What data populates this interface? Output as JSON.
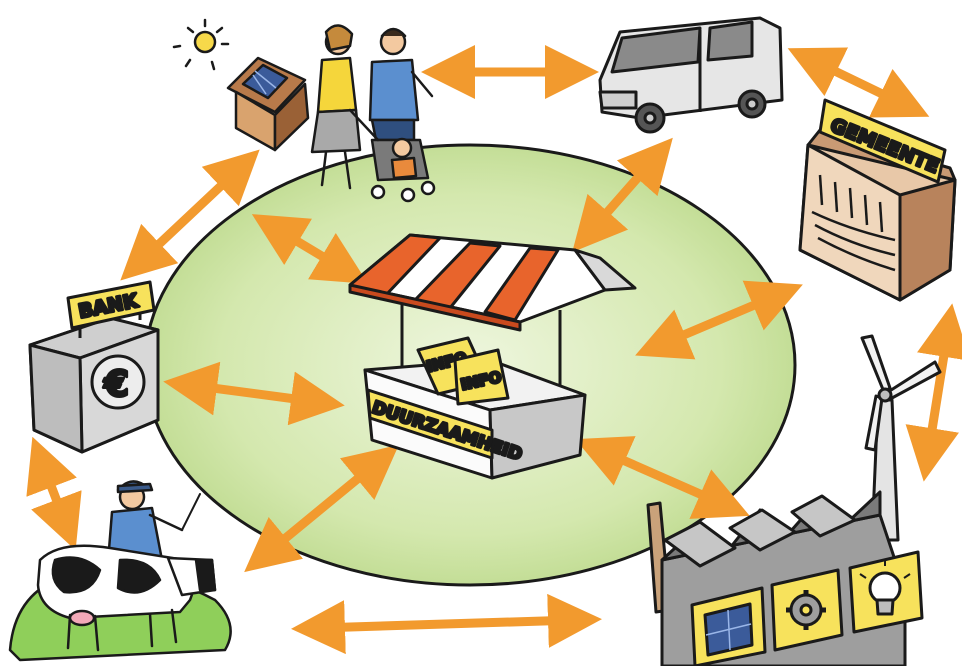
{
  "labels": {
    "bank": "BANK",
    "gemeente": "GEMEENTE",
    "stall_sign": "DUURZAAMHEID",
    "info_1": "INFO",
    "info_2": "INFO",
    "euro_symbol": "€"
  },
  "colors": {
    "arrow": "#f29a2e",
    "field": "#cfe4a6",
    "field_center": "#e9f3d6",
    "sign_yellow": "#f7e25c",
    "awning_red": "#e8642c",
    "grass": "#8fcf5a",
    "outline": "#1a1a1a"
  },
  "icons": [
    "sun-icon",
    "solar-panel-icon",
    "gear-icon",
    "lightbulb-icon",
    "wind-turbine-icon",
    "euro-icon"
  ]
}
